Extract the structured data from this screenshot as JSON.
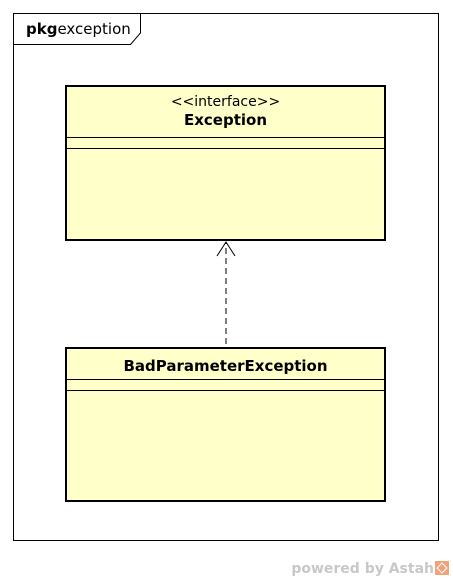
{
  "package": {
    "keyword": "pkg",
    "name": "exception"
  },
  "classes": [
    {
      "stereotype": "<<interface>>",
      "name": "Exception"
    },
    {
      "name": "BadParameterException"
    }
  ],
  "relationships": [
    {
      "type": "realization",
      "from": "BadParameterException",
      "to": "Exception",
      "style": "dashed-open-arrow"
    }
  ],
  "colors": {
    "class_fill": "#ffffc9",
    "line": "#000000",
    "watermark": "#c8c8c8",
    "watermark_logo": "#f0a27a"
  },
  "watermark": {
    "text": "powered by Astah",
    "icon": "astah-logo-icon"
  }
}
